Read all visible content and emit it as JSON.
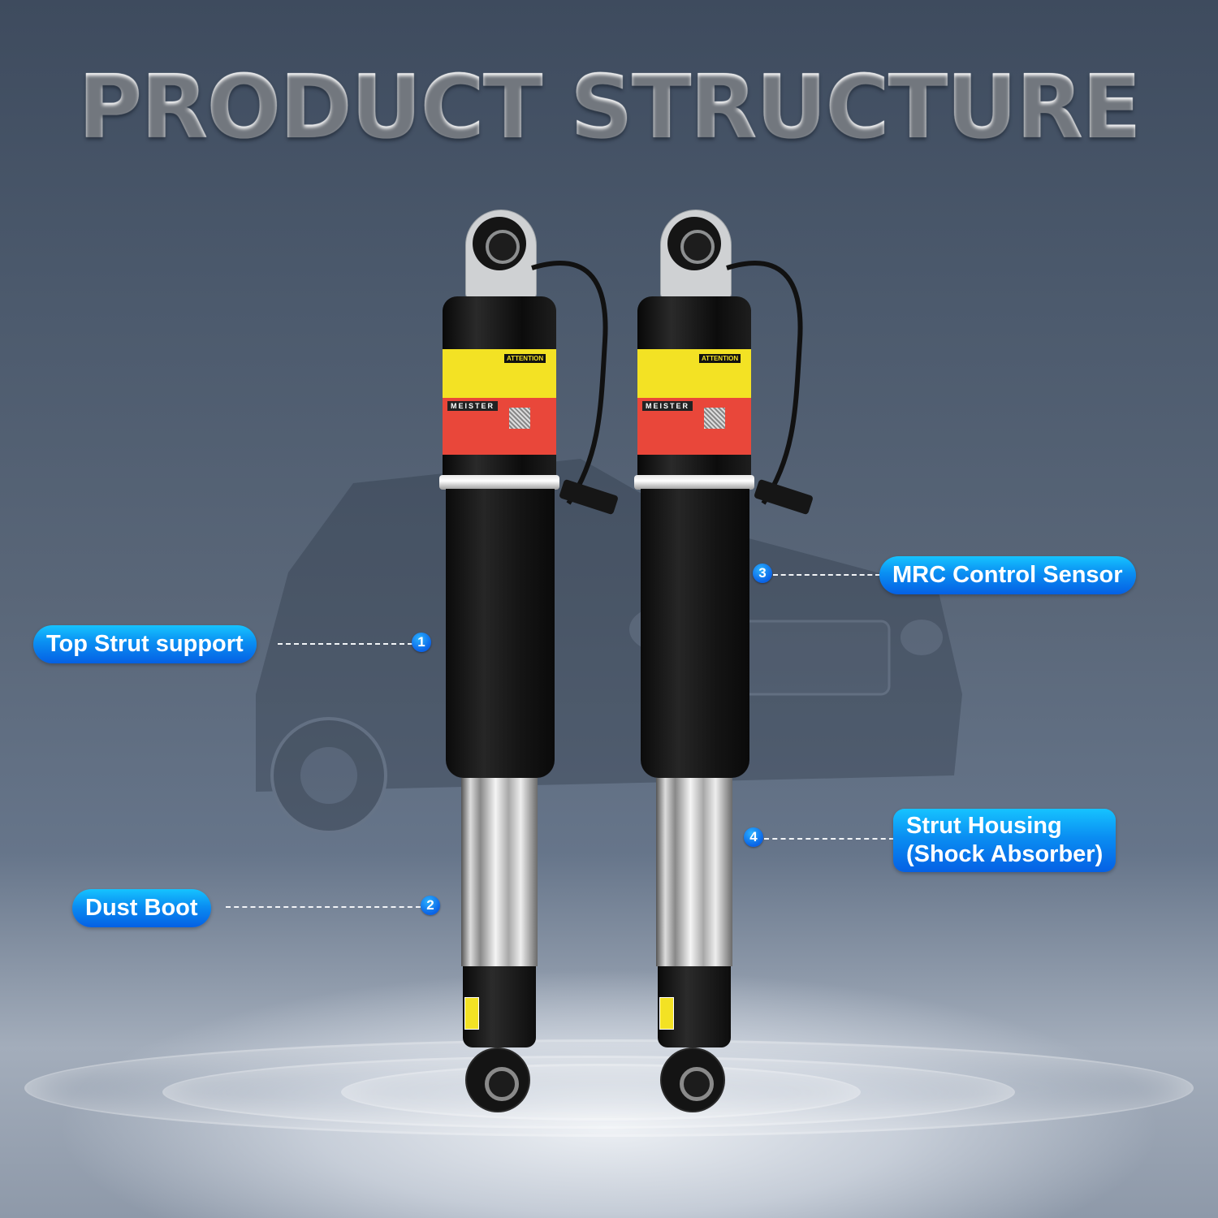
{
  "title": "PRODUCT STRUCTURE",
  "colors": {
    "background_top": "#3e4b5e",
    "background_mid": "#5a6779",
    "floor_highlight": "#f0f3f7",
    "label_blue_top": "#16c3ff",
    "label_blue_bottom": "#0560e4",
    "title_metal": "#e6e7e8",
    "warning_yellow": "#f3e224",
    "warning_red": "#e9473a"
  },
  "product": {
    "count": 2,
    "sticker": {
      "attention": "ATTENTION",
      "brand": "MEISTER"
    }
  },
  "callouts": [
    {
      "number": "1",
      "label": "Top Strut support"
    },
    {
      "number": "2",
      "label": "Dust Boot"
    },
    {
      "number": "3",
      "label": "MRC Control Sensor"
    },
    {
      "number": "4",
      "label_line1": "Strut Housing",
      "label_line2": "(Shock Absorber)"
    }
  ]
}
